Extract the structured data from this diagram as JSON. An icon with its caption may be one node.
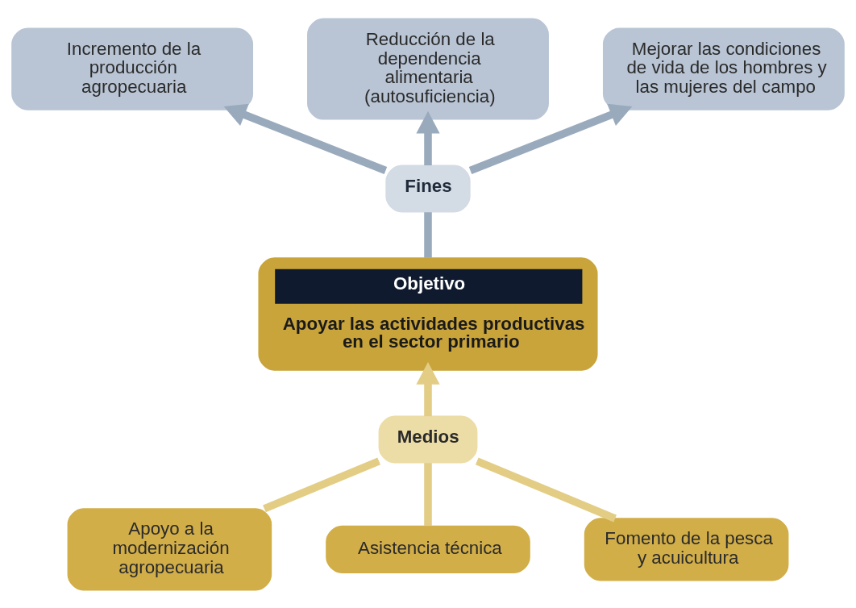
{
  "diagram": {
    "nodes": [
      {
        "text": [
          "Incremento de la producción agropecuaria"
        ]
      },
      {
        "text": [
          "Reducción de la dependencia alimentaria (autosuficiencia)"
        ]
      },
      {
        "text": [
          "Mejorar las condiciones de vida de los hombres y las mujeres del campo"
        ]
      },
      {
        "text": [
          "Fines"
        ]
      },
      {
        "text": [
          "Objetivo",
          "Apoyar las actividades productivas en el sector primario"
        ]
      },
      {
        "text": [
          "Medios"
        ]
      },
      {
        "text": [
          "Apoyo a la modernización agropecuaria"
        ]
      },
      {
        "text": [
          "Asistencia técnica"
        ]
      },
      {
        "text": [
          "Fomento de la pesca y acuicultura"
        ]
      }
    ],
    "edges": [
      {
        "from": 4,
        "to": 3,
        "arrow": "none",
        "color": "#9aaabd"
      },
      {
        "from": 3,
        "to": 0,
        "arrow": "to",
        "color": "#9aaabd"
      },
      {
        "from": 3,
        "to": 1,
        "arrow": "to",
        "color": "#9aaabd"
      },
      {
        "from": 3,
        "to": 2,
        "arrow": "to",
        "color": "#9aaabd"
      },
      {
        "from": 6,
        "to": 5,
        "arrow": "none",
        "color": "#e3cd85"
      },
      {
        "from": 7,
        "to": 5,
        "arrow": "none",
        "color": "#e3cd85"
      },
      {
        "from": 8,
        "to": 5,
        "arrow": "none",
        "color": "#e3cd85"
      },
      {
        "from": 5,
        "to": 4,
        "arrow": "to",
        "color": "#e3cd85"
      }
    ]
  }
}
